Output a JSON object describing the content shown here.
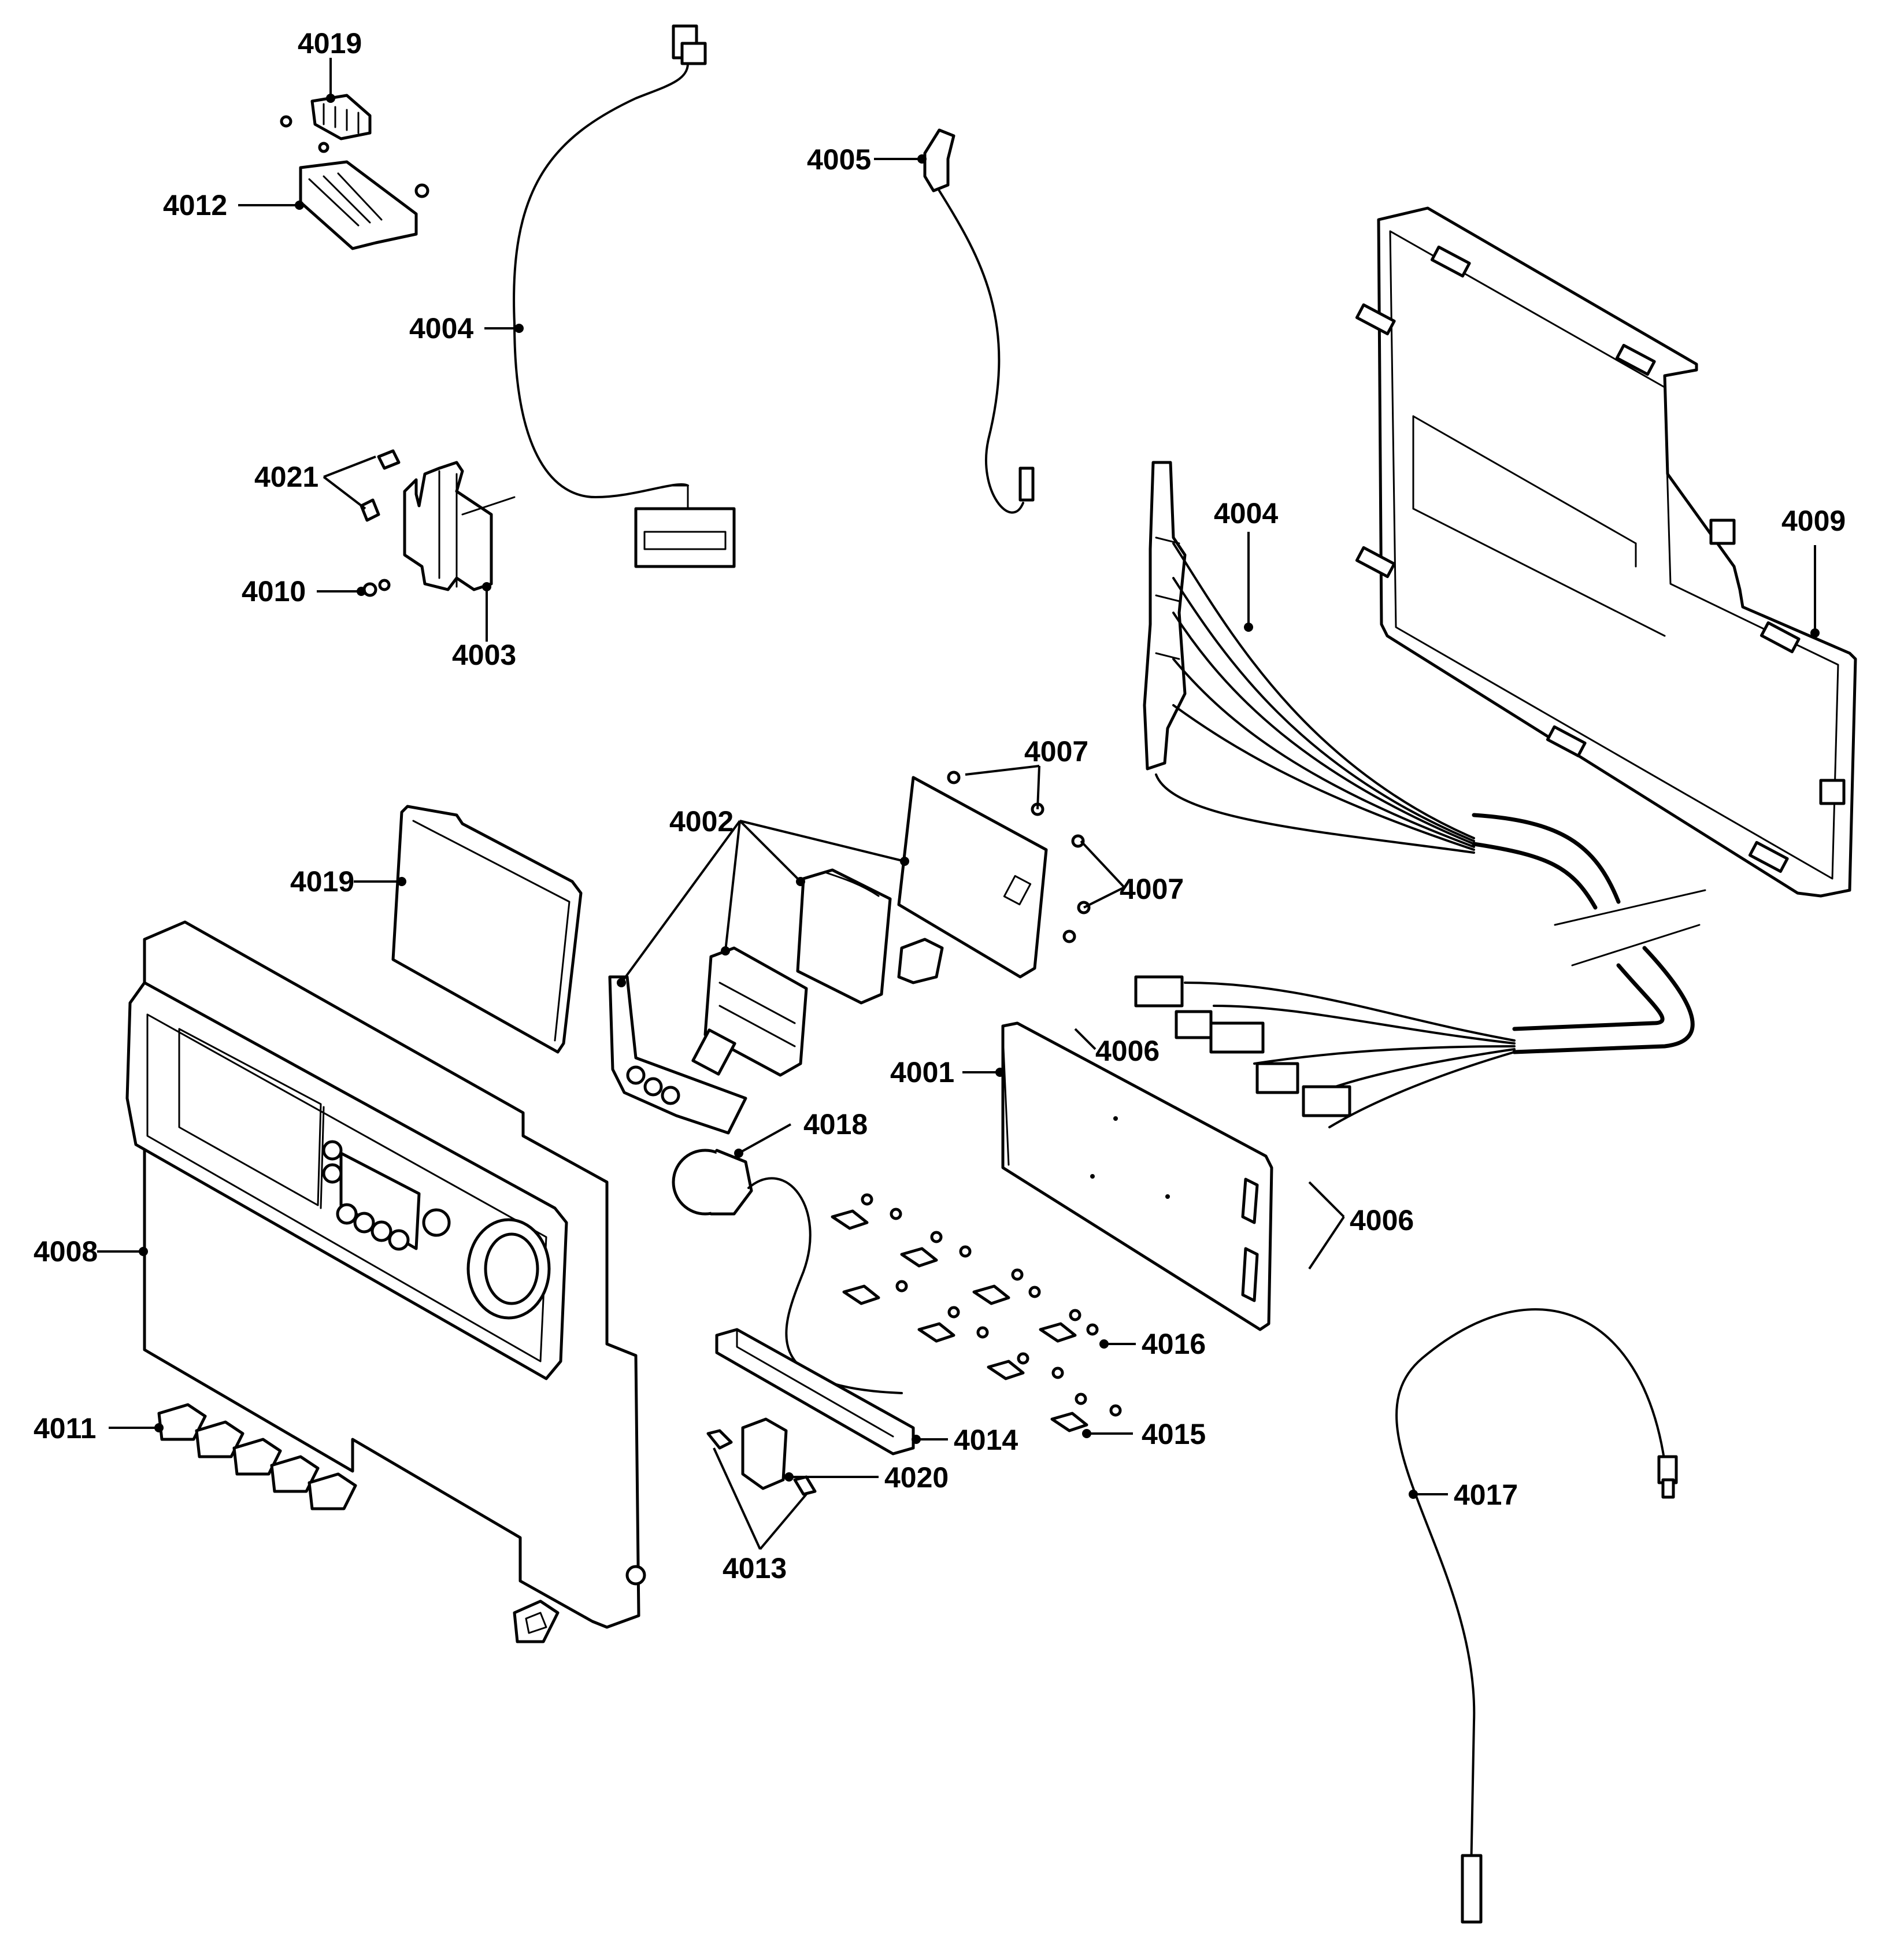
{
  "diagram": {
    "callouts": [
      {
        "id": "c4019a",
        "label": "4019"
      },
      {
        "id": "c4012",
        "label": "4012"
      },
      {
        "id": "c4004a",
        "label": "4004"
      },
      {
        "id": "c4005",
        "label": "4005"
      },
      {
        "id": "c4021",
        "label": "4021"
      },
      {
        "id": "c4010",
        "label": "4010"
      },
      {
        "id": "c4003",
        "label": "4003"
      },
      {
        "id": "c4004b",
        "label": "4004"
      },
      {
        "id": "c4009",
        "label": "4009"
      },
      {
        "id": "c4007a",
        "label": "4007"
      },
      {
        "id": "c4007b",
        "label": "4007"
      },
      {
        "id": "c4002",
        "label": "4002"
      },
      {
        "id": "c4019b",
        "label": "4019"
      },
      {
        "id": "c4001",
        "label": "4001"
      },
      {
        "id": "c4006a",
        "label": "4006"
      },
      {
        "id": "c4018",
        "label": "4018"
      },
      {
        "id": "c4006b",
        "label": "4006"
      },
      {
        "id": "c4008",
        "label": "4008"
      },
      {
        "id": "c4016",
        "label": "4016"
      },
      {
        "id": "c4011",
        "label": "4011"
      },
      {
        "id": "c4014",
        "label": "4014"
      },
      {
        "id": "c4015",
        "label": "4015"
      },
      {
        "id": "c4020",
        "label": "4020"
      },
      {
        "id": "c4017",
        "label": "4017"
      },
      {
        "id": "c4013",
        "label": "4013"
      }
    ]
  }
}
